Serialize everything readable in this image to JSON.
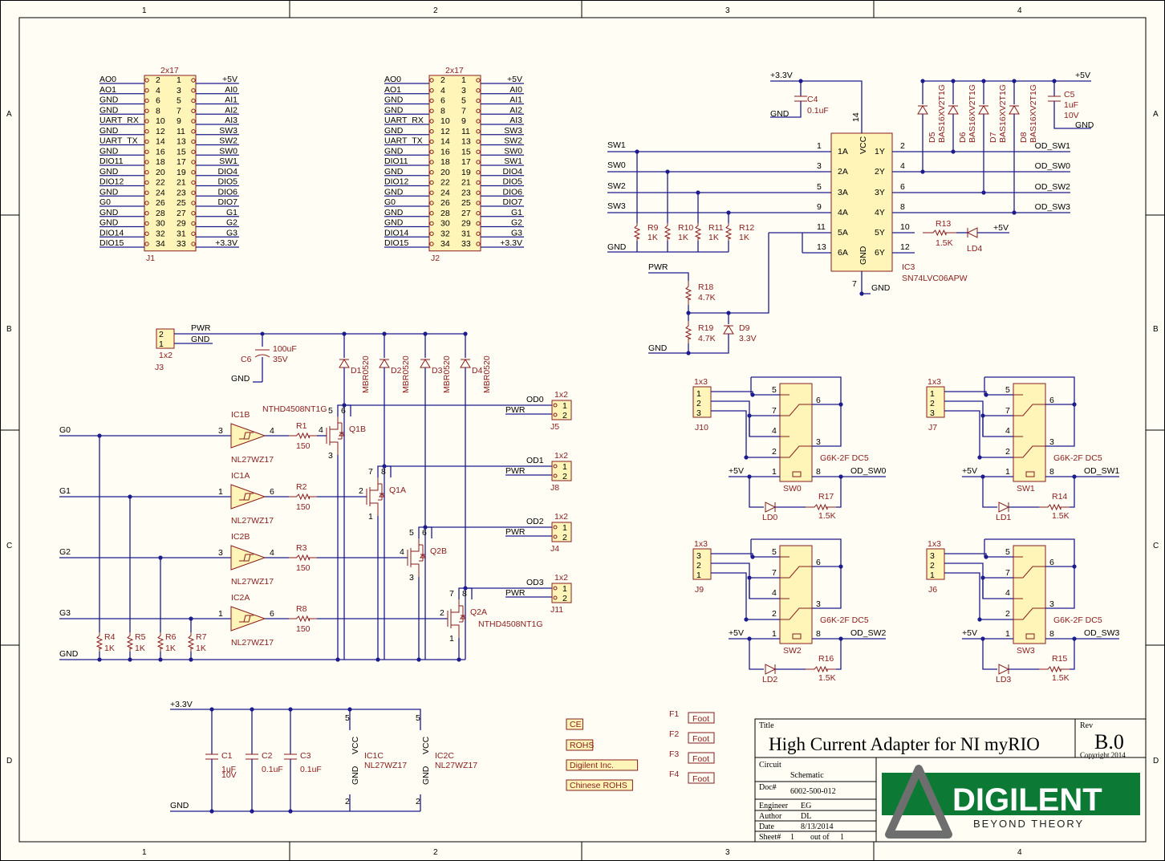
{
  "frame": {
    "cols": [
      "1",
      "2",
      "3",
      "4"
    ],
    "rows": [
      "A",
      "B",
      "C",
      "D"
    ]
  },
  "connectors": {
    "j1": {
      "ref": "J1",
      "type": "2x17",
      "left": [
        "AO0",
        "AO1",
        "GND",
        "GND",
        "UART_RX",
        "GND",
        "UART_TX",
        "GND",
        "DIO11",
        "GND",
        "DIO12",
        "GND",
        "G0",
        "GND",
        "GND",
        "DIO14",
        "DIO15"
      ],
      "right": [
        "+5V",
        "AI0",
        "AI1",
        "AI2",
        "AI3",
        "SW3",
        "SW2",
        "SW0",
        "SW1",
        "DIO4",
        "DIO5",
        "DIO6",
        "DIO7",
        "G1",
        "G2",
        "G3",
        "+3.3V"
      ],
      "even_pins": [
        "2",
        "4",
        "6",
        "8",
        "10",
        "12",
        "14",
        "16",
        "18",
        "20",
        "22",
        "24",
        "26",
        "28",
        "30",
        "32",
        "34"
      ],
      "odd_pins": [
        "1",
        "3",
        "5",
        "7",
        "9",
        "11",
        "13",
        "15",
        "17",
        "19",
        "21",
        "23",
        "25",
        "27",
        "29",
        "31",
        "33"
      ]
    },
    "j2": {
      "ref": "J2",
      "type": "2x17",
      "left": [
        "AO0",
        "AO1",
        "GND",
        "GND",
        "UART_RX",
        "GND",
        "UART_TX",
        "GND",
        "DIO11",
        "GND",
        "DIO12",
        "GND",
        "G0",
        "GND",
        "GND",
        "DIO14",
        "DIO15"
      ],
      "right": [
        "+5V",
        "AI0",
        "AI1",
        "AI2",
        "AI3",
        "SW3",
        "SW2",
        "SW0",
        "SW1",
        "DIO4",
        "DIO5",
        "DIO6",
        "DIO7",
        "G1",
        "G2",
        "G3",
        "+3.3V"
      ]
    },
    "j3": {
      "ref": "J3",
      "type": "1x2",
      "pins": [
        "2",
        "1"
      ],
      "nets": [
        "PWR",
        "GND"
      ]
    }
  },
  "power": {
    "c6": {
      "ref": "C6",
      "value": "100uF",
      "voltage": "35V"
    },
    "gnd": "GND",
    "pwr": "PWR",
    "v33": "+3.3V",
    "v5": "+5V"
  },
  "diodes": [
    {
      "ref": "D1",
      "part": "MBR0520"
    },
    {
      "ref": "D2",
      "part": "MBR0520"
    },
    {
      "ref": "D3",
      "part": "MBR0520"
    },
    {
      "ref": "D4",
      "part": "MBR0520"
    }
  ],
  "drivers": {
    "channels": [
      {
        "net": "G0",
        "ic": "IC1B",
        "part": "NL27WZ17",
        "in": "3",
        "out": "4",
        "res": "R1",
        "rv": "150",
        "q": "Q1B",
        "g": "4",
        "od": "OD0",
        "jack": "J5"
      },
      {
        "net": "G1",
        "ic": "IC1A",
        "part": "NL27WZ17",
        "in": "1",
        "out": "6",
        "res": "R2",
        "rv": "150",
        "q": "Q1A",
        "g": "2",
        "od": "OD1",
        "jack": "J8"
      },
      {
        "net": "G2",
        "ic": "IC2B",
        "part": "NL27WZ17",
        "in": "3",
        "out": "4",
        "res": "R3",
        "rv": "150",
        "q": "Q2B",
        "g": "4",
        "od": "OD2",
        "jack": "J4"
      },
      {
        "net": "G3",
        "ic": "IC2A",
        "part": "NL27WZ17",
        "in": "1",
        "out": "6",
        "res": "R8",
        "rv": "150",
        "q": "Q2A",
        "g": "2",
        "od": "OD3",
        "jack": "J11"
      }
    ],
    "mosfet": "NTHD4508NT1G",
    "pulldowns": [
      {
        "ref": "R4",
        "v": "1K"
      },
      {
        "ref": "R5",
        "v": "1K"
      },
      {
        "ref": "R6",
        "v": "1K"
      },
      {
        "ref": "R7",
        "v": "1K"
      }
    ],
    "jack_type": "1x2"
  },
  "buffer": {
    "ref": "IC3",
    "part": "SN74LVC06APW",
    "inputs": [
      {
        "pin": "1",
        "name": "1A",
        "net": "SW1"
      },
      {
        "pin": "3",
        "name": "2A",
        "net": "SW0"
      },
      {
        "pin": "5",
        "name": "3A",
        "net": "SW2"
      },
      {
        "pin": "9",
        "name": "4A",
        "net": "SW3"
      },
      {
        "pin": "11",
        "name": "5A",
        "net": ""
      },
      {
        "pin": "13",
        "name": "6A",
        "net": ""
      }
    ],
    "outputs": [
      {
        "pin": "2",
        "name": "1Y",
        "net": "OD_SW1"
      },
      {
        "pin": "4",
        "name": "2Y",
        "net": "OD_SW0"
      },
      {
        "pin": "6",
        "name": "3Y",
        "net": "OD_SW2"
      },
      {
        "pin": "8",
        "name": "4Y",
        "net": "OD_SW3"
      },
      {
        "pin": "10",
        "name": "5Y",
        "net": ""
      },
      {
        "pin": "12",
        "name": "6Y",
        "net": ""
      }
    ],
    "vcc": "VCC",
    "vcc_pin": "14",
    "gnd_name": "GND",
    "gnd_pin": "7",
    "c4": {
      "ref": "C4",
      "v": "0.1uF"
    },
    "c5": {
      "ref": "C5",
      "v": "1uF",
      "v2": "10V"
    },
    "pulls": [
      {
        "ref": "R9",
        "v": "1K"
      },
      {
        "ref": "R10",
        "v": "1K"
      },
      {
        "ref": "R11",
        "v": "1K"
      },
      {
        "ref": "R12",
        "v": "1K"
      }
    ],
    "clamps": [
      {
        "ref": "D5",
        "p": "BAS16XV2T1G"
      },
      {
        "ref": "D6",
        "p": "BAS16XV2T1G"
      },
      {
        "ref": "D7",
        "p": "BAS16XV2T1G"
      },
      {
        "ref": "D8",
        "p": "BAS16XV2T1G"
      }
    ],
    "r13": {
      "ref": "R13",
      "v": "1.5K"
    },
    "ld4": "LD4",
    "r18": {
      "ref": "R18",
      "v": "4.7K"
    },
    "r19": {
      "ref": "R19",
      "v": "4.7K"
    },
    "d9": {
      "ref": "D9",
      "v": "3.3V"
    }
  },
  "relays": [
    {
      "sw": "SW0",
      "conn": "J10",
      "ld": "LD0",
      "r": "R17",
      "rv": "1.5K",
      "od": "OD_SW0",
      "part": "G6K-2F DC5",
      "ctype": "1x3",
      "order": [
        "1",
        "2",
        "3"
      ]
    },
    {
      "sw": "SW1",
      "conn": "J7",
      "ld": "LD1",
      "r": "R14",
      "rv": "1.5K",
      "od": "OD_SW1",
      "part": "G6K-2F DC5",
      "ctype": "1x3",
      "order": [
        "1",
        "2",
        "3"
      ]
    },
    {
      "sw": "SW2",
      "conn": "J9",
      "ld": "LD2",
      "r": "R16",
      "rv": "1.5K",
      "od": "OD_SW2",
      "part": "G6K-2F DC5",
      "ctype": "1x3",
      "order": [
        "3",
        "2",
        "1"
      ]
    },
    {
      "sw": "SW3",
      "conn": "J6",
      "ld": "LD3",
      "r": "R15",
      "rv": "1.5K",
      "od": "OD_SW3",
      "part": "G6K-2F DC5",
      "ctype": "1x3",
      "order": [
        "3",
        "2",
        "1"
      ]
    }
  ],
  "relay_pins": [
    "5",
    "7",
    "4",
    "2",
    "6",
    "3",
    "1",
    "8"
  ],
  "decoupling": {
    "caps": [
      {
        "ref": "C1",
        "v": "1uF",
        "v2": "10V"
      },
      {
        "ref": "C2",
        "v": "0.1uF"
      },
      {
        "ref": "C3",
        "v": "0.1uF"
      }
    ],
    "ic1c": "IC1C",
    "ic2c": "IC2C",
    "part": "NL27WZ17",
    "vcc": "VCC",
    "gnd": "GND",
    "p5": "5",
    "p2": "2"
  },
  "tags": [
    "CE",
    "ROHS",
    "Digilent Inc.",
    "Chinese ROHS"
  ],
  "feet": [
    {
      "ref": "F1",
      "v": "Foot"
    },
    {
      "ref": "F2",
      "v": "Foot"
    },
    {
      "ref": "F3",
      "v": "Foot"
    },
    {
      "ref": "F4",
      "v": "Foot"
    }
  ],
  "title_block": {
    "title_label": "Title",
    "title": "High Current Adapter for NI myRIO",
    "rev_label": "Rev",
    "rev": "B.0",
    "copyright": "Copyright 2014",
    "circuit_label": "Circuit",
    "circuit": "Schematic",
    "doc_label": "Doc#",
    "doc": "6002-500-012",
    "engineer_label": "Engineer",
    "engineer": "EG",
    "author_label": "Author",
    "author": "DL",
    "date_label": "Date",
    "date": "8/13/2014",
    "sheet_label": "Sheet#",
    "sheet": "1",
    "of_label": "out of",
    "of": "1",
    "logo_text": "DIGILENT",
    "logo_tag": "BEYOND THEORY"
  }
}
